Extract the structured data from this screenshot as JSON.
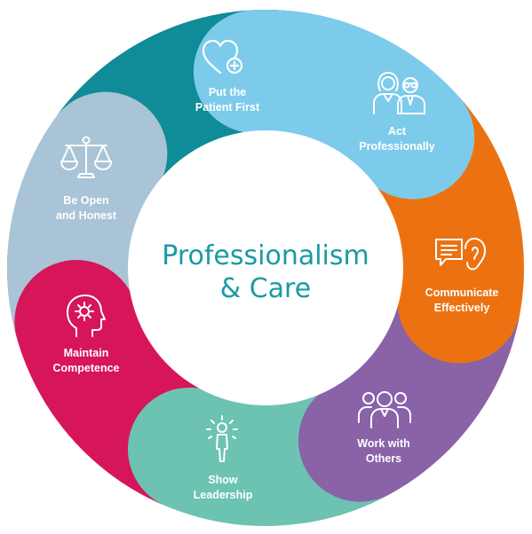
{
  "center": {
    "line1": "Professionalism",
    "line2": "& Care"
  },
  "segments": [
    {
      "id": "patient",
      "line1": "Put the",
      "line2": "Patient First",
      "color": "#7ccbea",
      "icon": "heart-plus-icon"
    },
    {
      "id": "act",
      "line1": "Act",
      "line2": "Professionally",
      "color": "#ec7211",
      "icon": "professionals-icon"
    },
    {
      "id": "communicate",
      "line1": "Communicate",
      "line2": "Effectively",
      "color": "#8a62a8",
      "icon": "speech-ear-icon"
    },
    {
      "id": "work",
      "line1": "Work with",
      "line2": "Others",
      "color": "#6cc3b2",
      "icon": "team-icon"
    },
    {
      "id": "lead",
      "line1": "Show",
      "line2": "Leadership",
      "color": "#d7155a",
      "icon": "leader-icon"
    },
    {
      "id": "maintain",
      "line1": "Maintain",
      "line2": "Competence",
      "color": "#a9c4d6",
      "icon": "head-gear-icon"
    },
    {
      "id": "open",
      "line1": "Be Open",
      "line2": "and Honest",
      "color": "#0f8c97",
      "icon": "scales-icon"
    }
  ]
}
